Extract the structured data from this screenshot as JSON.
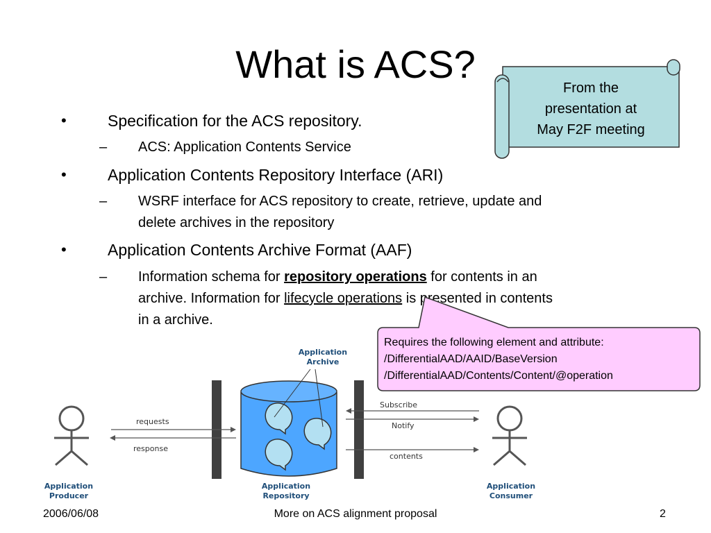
{
  "slide": {
    "title": "What is ACS?",
    "bullets": [
      {
        "marker": "•",
        "text": "Specification for the ACS repository.",
        "subs": [
          {
            "marker": "–",
            "text": "ACS: Application Contents Service"
          }
        ]
      },
      {
        "marker": "•",
        "text": "Application Contents Repository Interface (ARI)",
        "subs": [
          {
            "marker": "–",
            "line1": "WSRF interface for ACS repository to create, retrieve, update and",
            "line2": "delete archives in the repository"
          }
        ]
      },
      {
        "marker": "•",
        "text": "Application Contents Archive Format (AAF)",
        "subs": [
          {
            "marker": "–",
            "part1": "Information schema for ",
            "emph1": "repository operations",
            "part2": " for contents in an",
            "part3": "archive. Information for ",
            "emph2": "lifecycle operations",
            "part4": " is presented in contents",
            "part5": "in a archive."
          }
        ]
      }
    ],
    "scroll_callout": [
      "From the",
      "presentation at",
      "May F2F meeting"
    ],
    "pink_callout": [
      "Requires the following element and attribute:",
      "/DifferentialAAD/AAID/BaseVersion",
      "/DifferentialAAD/Contents/Content/@operation"
    ]
  },
  "diagram": {
    "archive_label": [
      "Application",
      "Archive"
    ],
    "producer_label": [
      "Application",
      "Producer"
    ],
    "repository_label": [
      "Application",
      "Repository"
    ],
    "consumer_label": [
      "Application",
      "Consumer"
    ],
    "arrows": {
      "requests": "requests",
      "response": "response",
      "subscribe": "Subscribe",
      "notify": "Notify",
      "contents": "contents"
    }
  },
  "footer": {
    "date": "2006/06/08",
    "center": "More on ACS alignment proposal",
    "page": "2"
  },
  "colors": {
    "scroll_fill": "#b3dde0",
    "pink_fill": "#ffccff",
    "cylinder_fill": "#4da6ff",
    "bubble_fill": "#b3e0f2",
    "wall": "#404040",
    "diagram_text": "#1f4e79"
  }
}
